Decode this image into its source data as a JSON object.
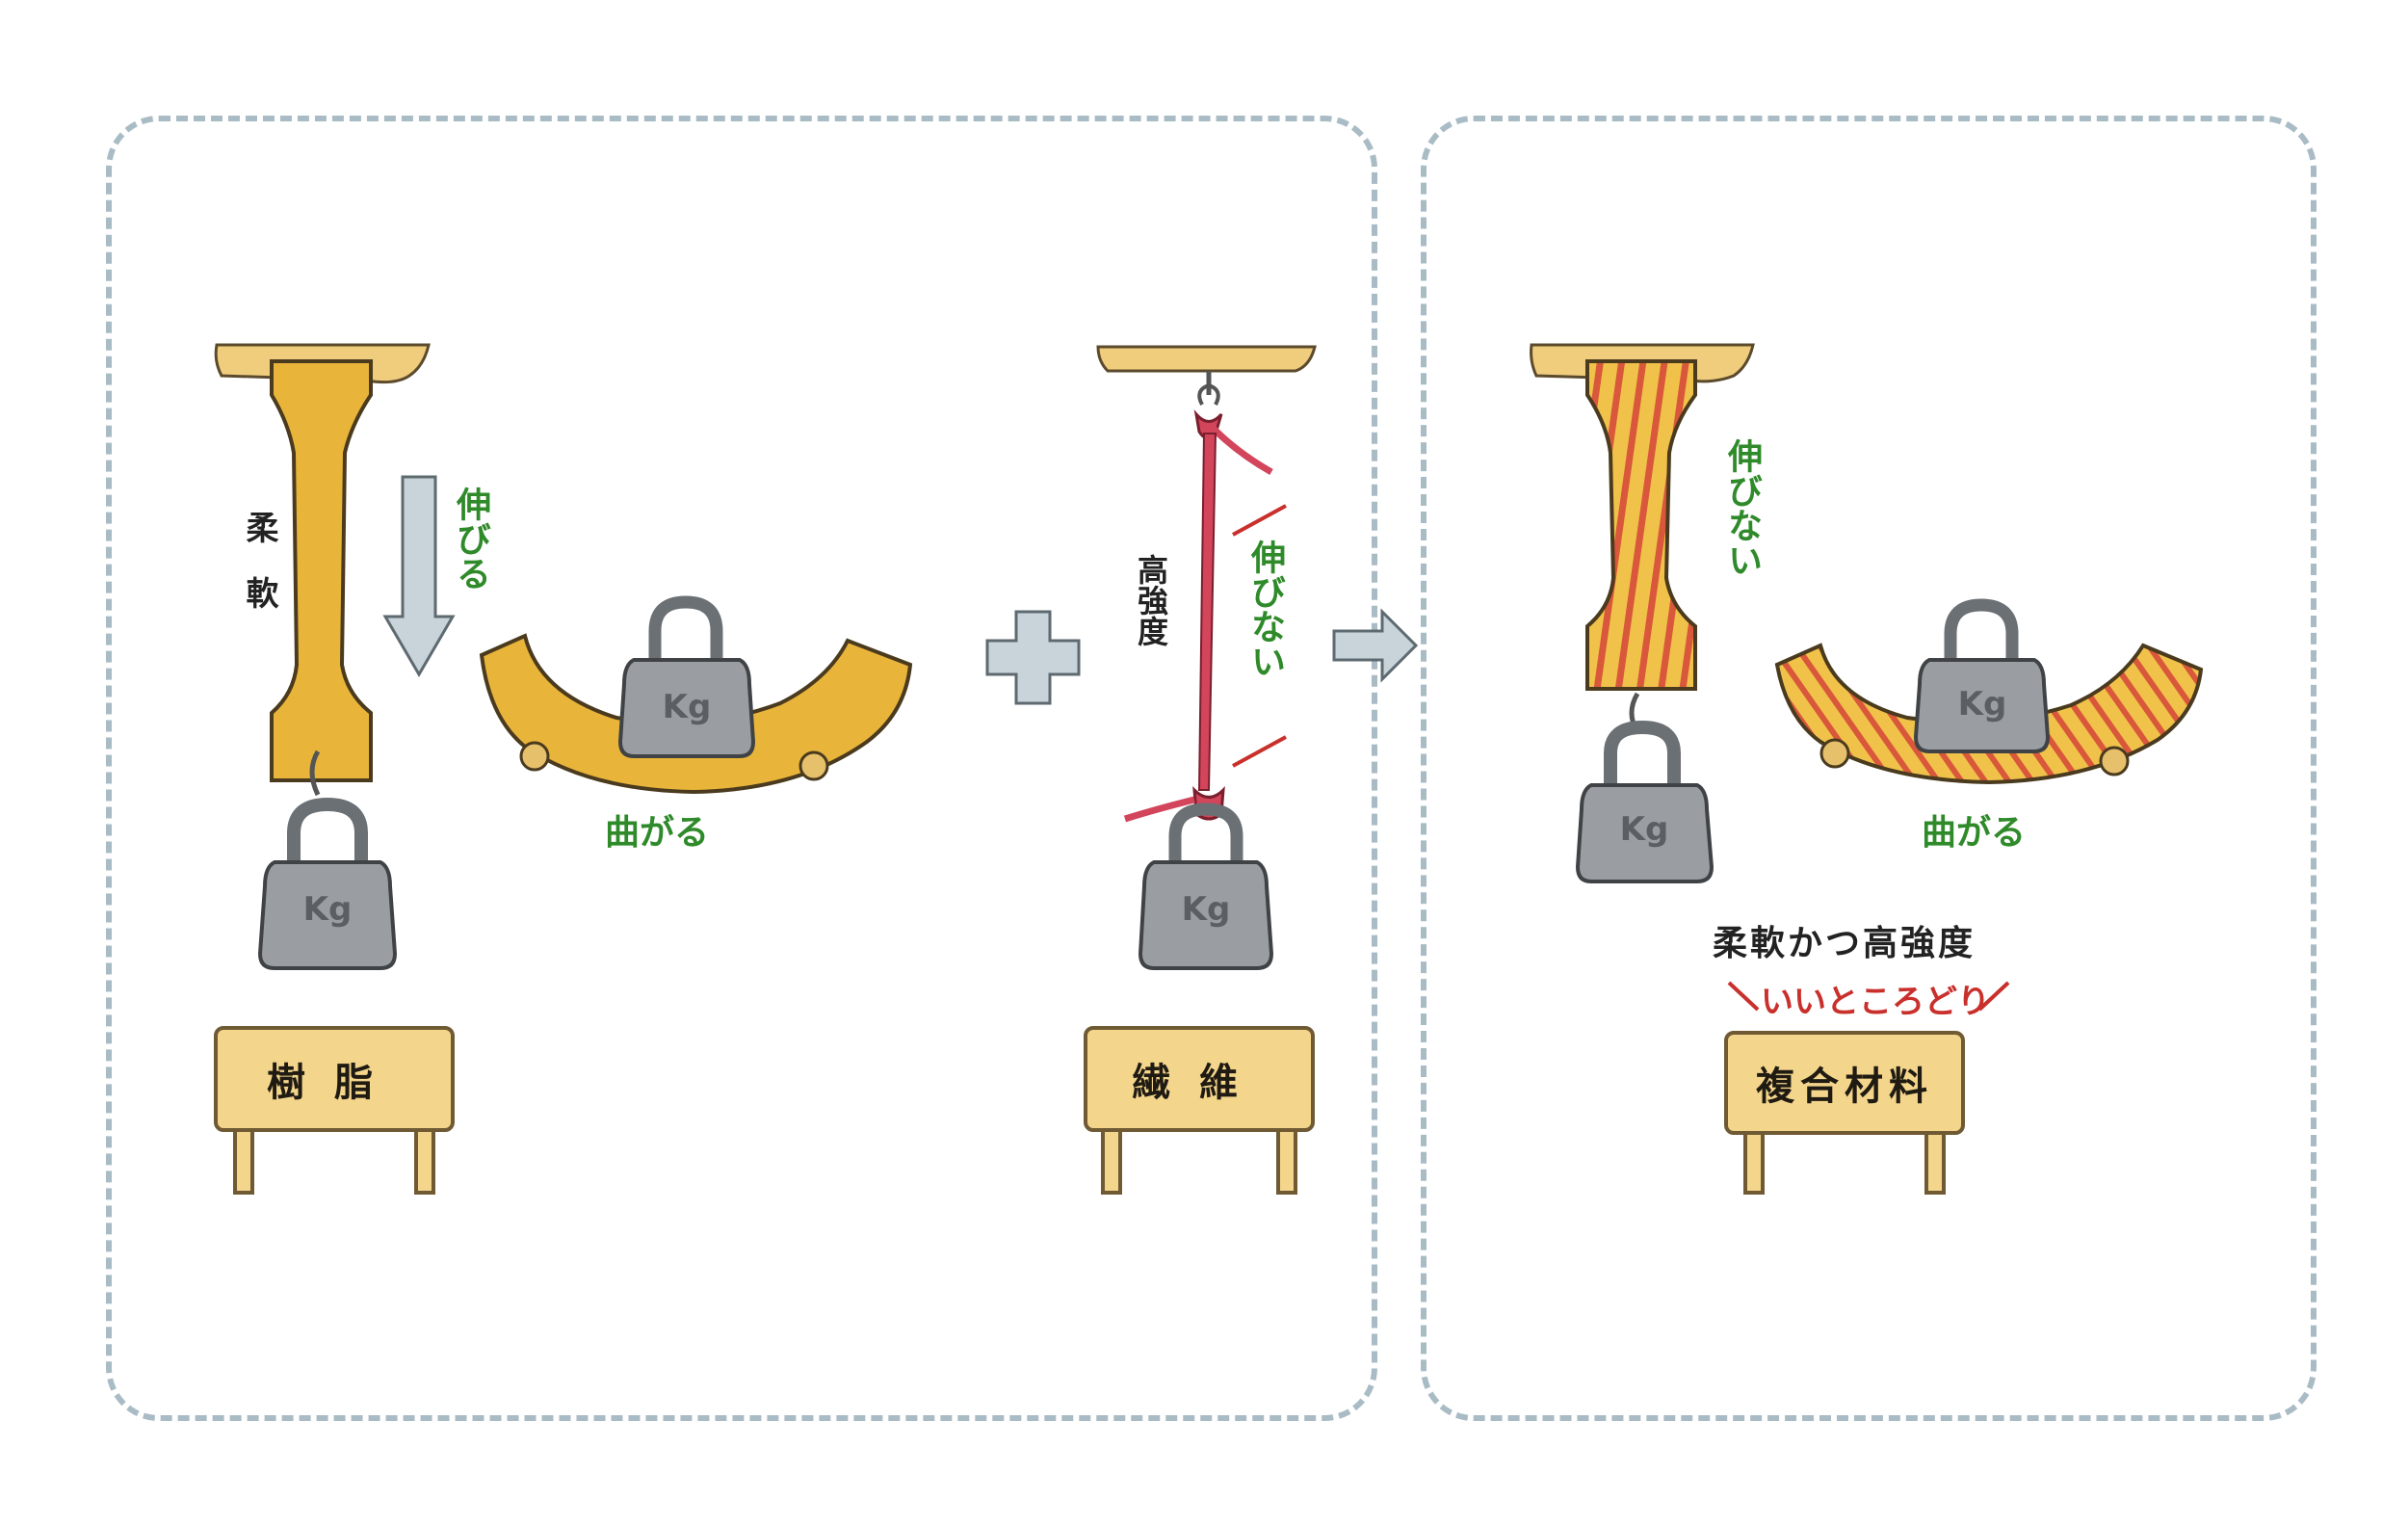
{
  "resin": {
    "vertical_label": "柔軟",
    "stretch_label": "伸びる",
    "bend_label": "曲がる",
    "sign_label": "樹脂",
    "weight_label": "Kg"
  },
  "fiber": {
    "vertical_label": "高強度",
    "stretch_label": "伸びない",
    "sign_label": "繊維",
    "weight_label": "Kg"
  },
  "composite": {
    "stretch_label": "伸びない",
    "bend_label": "曲がる",
    "summary": "柔軟かつ高強度",
    "tagline": "いいところどり",
    "sign_label": "複合材料",
    "weight_label": "Kg"
  },
  "colors": {
    "frame": "#a9bcc5",
    "resin": "#e9b43a",
    "fiber_rope": "#d2455b",
    "label_green": "#2f8a2a",
    "tagline_red": "#c9302c",
    "weight": "#9a9ea3"
  },
  "icons": [
    "plus-icon",
    "arrow-right-icon",
    "arrow-down-icon",
    "weight-icon"
  ]
}
